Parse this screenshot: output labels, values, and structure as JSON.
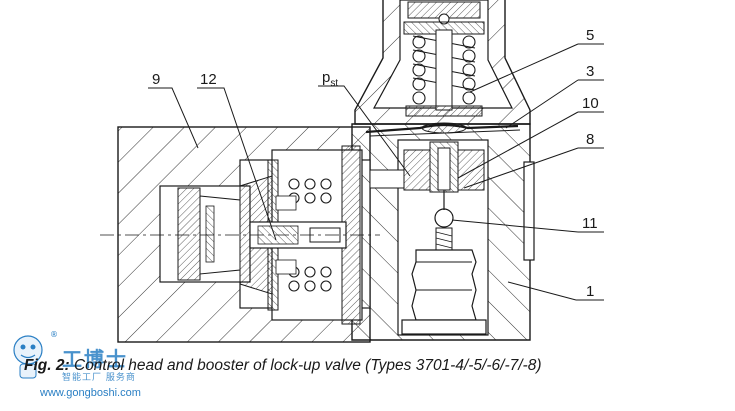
{
  "labels": {
    "l9": "9",
    "l12": "12",
    "pst_main": "p",
    "pst_sub": "st",
    "l5": "5",
    "l3": "3",
    "l10": "10",
    "l8": "8",
    "l11": "11",
    "l1": "1"
  },
  "caption": {
    "prefix": "Fig. 2:",
    "text": " Control head and booster of lock-up valve (Types 3701-4/-5/-6/-7/-8)"
  },
  "watermark": {
    "cn_title": "工博士",
    "cn_sub": "智能工厂 服务商",
    "url": "www.gongboshi.com",
    "registered": "®"
  },
  "colors": {
    "line": "#1a1a1a",
    "watermark": "#2a7fc4"
  }
}
